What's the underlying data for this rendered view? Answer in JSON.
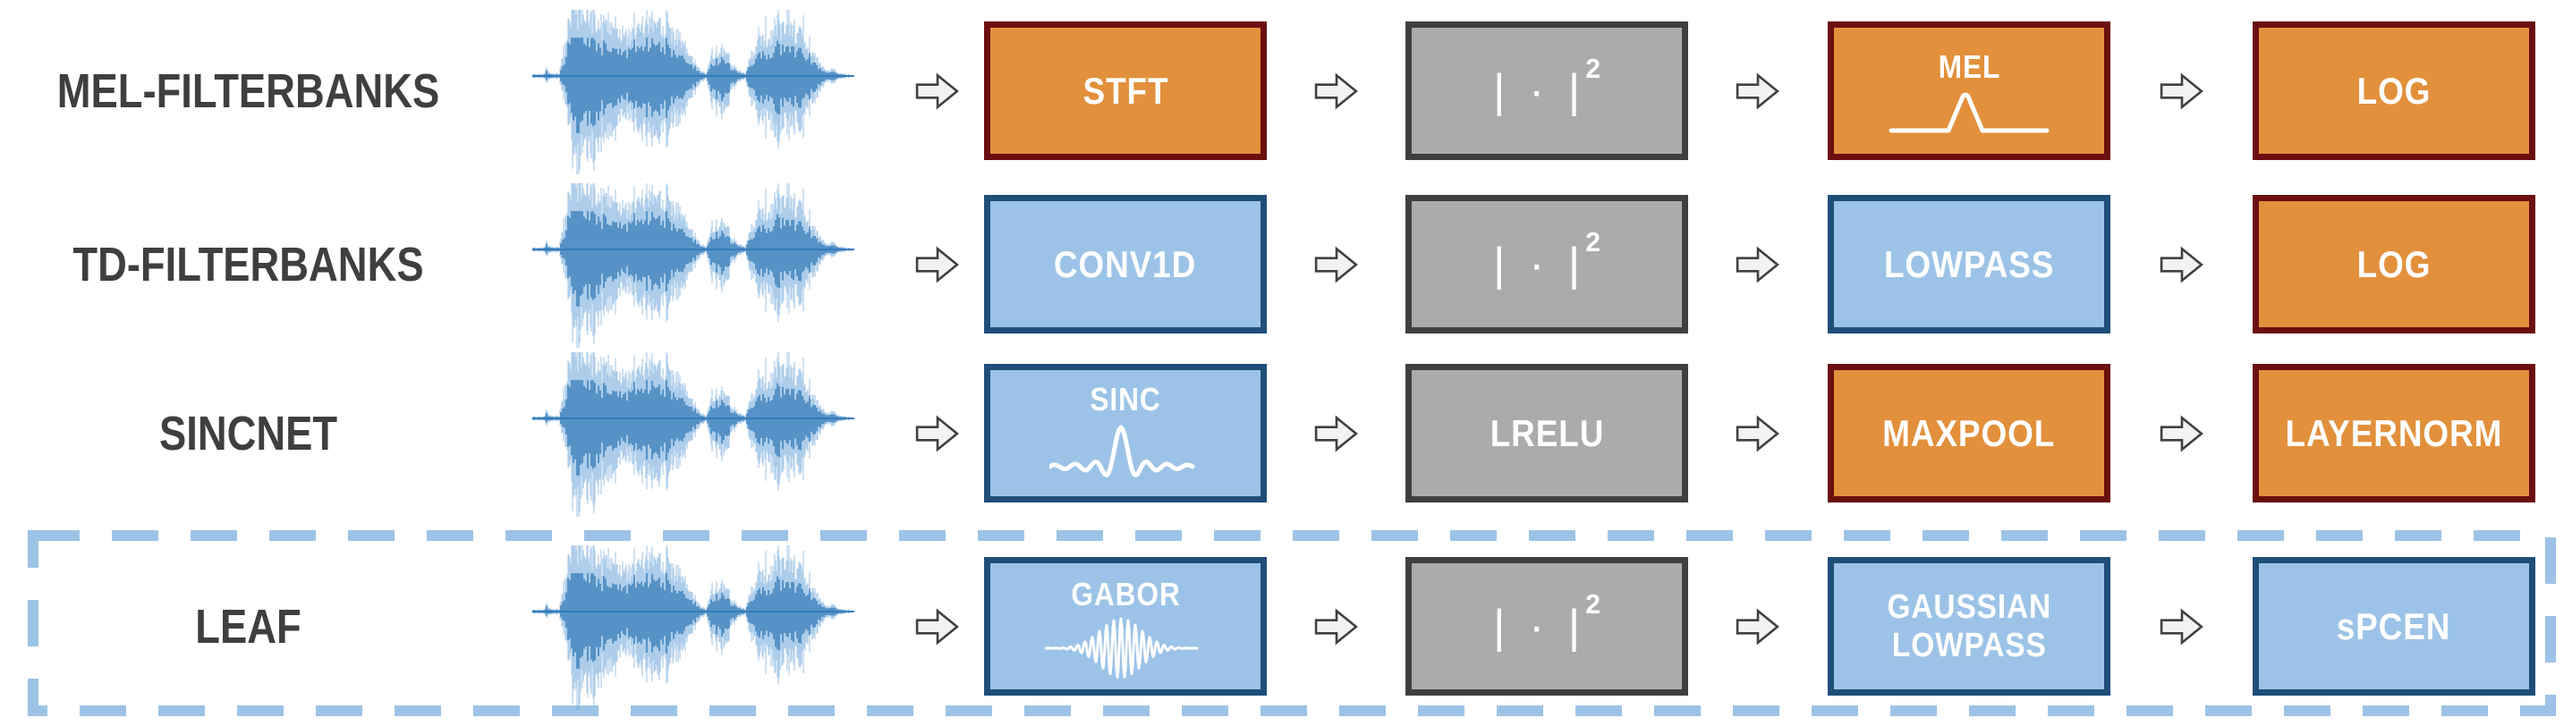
{
  "colors": {
    "orange_fill": "#E2903C",
    "orange_border": "#6B0F10",
    "blue_fill": "#9CC3E7",
    "blue_border": "#1F4E79",
    "gray_fill": "#ABABAB",
    "gray_border": "#3F3F3F",
    "arrow_fill": "#F2F2F2",
    "arrow_outline": "#404040",
    "highlight_dash": "#9CC3E6",
    "row_label_text": "#3F3F3F",
    "box_text": "#FFFFFF",
    "waveform_blue": "#2E75B6"
  },
  "icons": {
    "flow_arrow": "flow-arrow-icon",
    "waveform": "audio-waveform-image",
    "mel_filter": "mel-filter-icon",
    "sinc": "sinc-wave-icon",
    "gabor": "gabor-wavelet-icon"
  },
  "rows": [
    {
      "label": "MEL-FILTERBANKS",
      "highlighted": false,
      "boxes": [
        {
          "label": "STFT",
          "style": "orange"
        },
        {
          "base": "| · |",
          "sup": "2",
          "style": "gray"
        },
        {
          "label": "MEL",
          "style": "orange",
          "glyph": "mel-filter"
        },
        {
          "label": "LOG",
          "style": "orange"
        }
      ]
    },
    {
      "label": "TD-FILTERBANKS",
      "highlighted": false,
      "boxes": [
        {
          "label": "CONV1D",
          "style": "blue"
        },
        {
          "base": "| · |",
          "sup": "2",
          "style": "gray"
        },
        {
          "label": "LOWPASS",
          "style": "blue"
        },
        {
          "label": "LOG",
          "style": "orange"
        }
      ]
    },
    {
      "label": "SINCNET",
      "highlighted": false,
      "boxes": [
        {
          "label": "SINC",
          "style": "blue",
          "glyph": "sinc"
        },
        {
          "label": "LRELU",
          "style": "gray"
        },
        {
          "label": "MAXPOOL",
          "style": "orange"
        },
        {
          "label": "LAYERNORM",
          "style": "orange"
        }
      ]
    },
    {
      "label": "LEAF",
      "highlighted": true,
      "boxes": [
        {
          "label": "GABOR",
          "style": "blue",
          "glyph": "gabor"
        },
        {
          "base": "| · |",
          "sup": "2",
          "style": "gray"
        },
        {
          "label": "GAUSSIAN LOWPASS",
          "line1": "GAUSSIAN",
          "line2": "LOWPASS",
          "style": "blue"
        },
        {
          "label": "sPCEN",
          "style": "blue"
        }
      ]
    }
  ]
}
